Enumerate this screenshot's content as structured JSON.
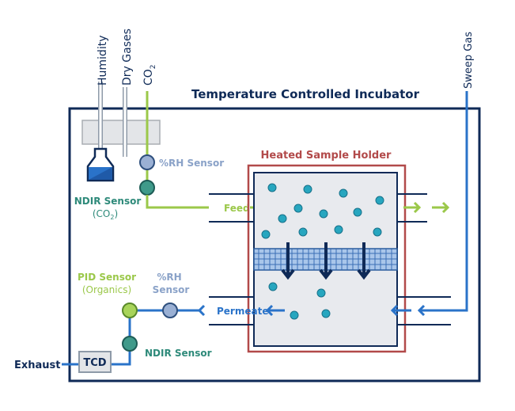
{
  "title": "Temperature Controlled Incubator",
  "holder_label": "Heated Sample Holder",
  "inlets": {
    "humidity": "Humidity",
    "dry_gases": "Dry Gases",
    "co2": "CO",
    "co2_sub": "2"
  },
  "sweep_gas": "Sweep Gas",
  "labels": {
    "rh_sensor_top": "%RH Sensor",
    "ndir_top_line1": "NDIR Sensor",
    "ndir_top_line2": "(CO",
    "ndir_top_sub": "2",
    "ndir_top_close": ")",
    "feed": "Feed",
    "pid_line1": "PID Sensor",
    "pid_line2": "(Organics)",
    "rh_bottom_line1": "%RH",
    "rh_bottom_line2": "Sensor",
    "permeate": "Permeate",
    "ndir_bottom": "NDIR Sensor",
    "exhaust": "Exhaust",
    "tcd": "TCD"
  },
  "colors": {
    "navy": "#0f2a57",
    "blue": "#2a73c9",
    "green": "#9bc84a",
    "teal": "#2e8a7a",
    "gray_blue": "#8aa2c8",
    "cyan": "#27a6bf",
    "holder": "#b24a4a"
  }
}
